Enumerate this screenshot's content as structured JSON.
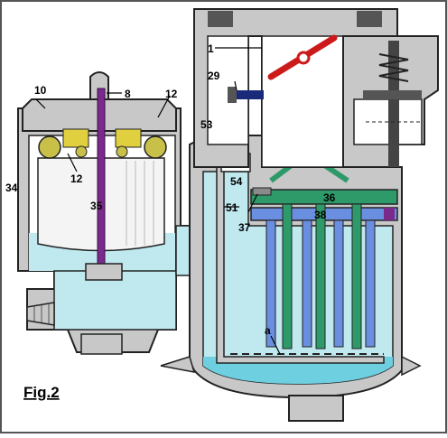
{
  "figure": {
    "caption": "Fig.2",
    "labels": {
      "l1": "1",
      "l29": "29",
      "l53": "53",
      "l54": "54",
      "l51": "51",
      "l37": "37",
      "l36": "36",
      "l38": "38",
      "la": "a",
      "l8": "8",
      "l10": "10",
      "l12a": "12",
      "l12b": "12",
      "l34": "34",
      "l35": "35"
    }
  },
  "colors": {
    "body": "#c8c8c8",
    "outline": "#222222",
    "fuel": "#bfe8ef",
    "fuel_dark": "#6ecfe0",
    "tube_blue": "#6a8fe0",
    "tube_green": "#2e9a6a",
    "rod_purple": "#7a2a8a",
    "valve_red": "#cc1a1a",
    "weight_yellow": "#e0d040",
    "nut_dark": "#1a2a7a"
  }
}
